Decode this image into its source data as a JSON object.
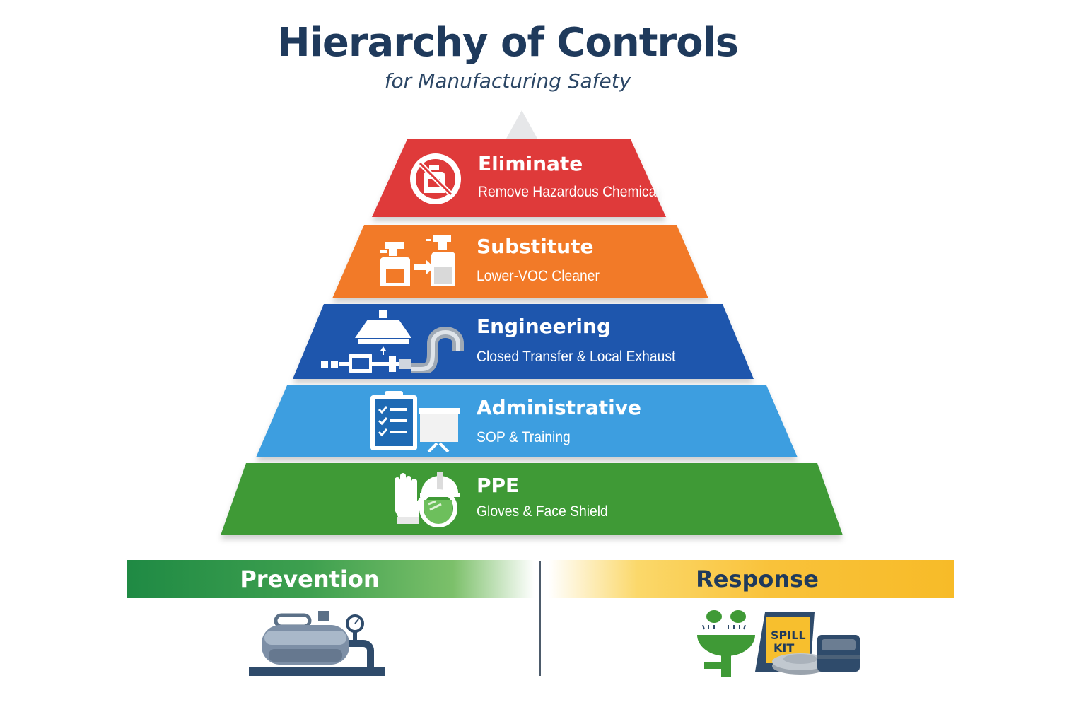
{
  "header": {
    "title": "Hierarchy of Controls",
    "subtitle": "for Manufacturing Safety"
  },
  "pyramid": {
    "tiers": [
      {
        "title": "Eliminate",
        "subtitle": "Remove Hazardous Chemical",
        "color": "#df3a3a",
        "icon": "no-chemical-icon"
      },
      {
        "title": "Substitute",
        "subtitle": "Lower-VOC Cleaner",
        "color": "#f27a28",
        "icon": "swap-spray-bottle-icon"
      },
      {
        "title": "Engineering",
        "subtitle": "Closed Transfer & Local Exhaust",
        "color": "#1e56ad",
        "icon": "exhaust-hood-icon"
      },
      {
        "title": "Administrative",
        "subtitle": "SOP & Training",
        "color": "#3d9ee0",
        "icon": "checklist-training-icon"
      },
      {
        "title": "PPE",
        "subtitle": "Gloves & Face Shield",
        "color": "#3f9a36",
        "icon": "glove-face-shield-icon"
      }
    ]
  },
  "bottom": {
    "prevention_label": "Prevention",
    "response_label": "Response",
    "spill_kit_text": "SPILL KIT",
    "prevention_icon": "closed-tank-icon",
    "response_icons": [
      "eyewash-station-icon",
      "spill-kit-icon",
      "absorbent-pads-icon"
    ],
    "prevention_color": "#2b9448",
    "response_color": "#f7bf2e"
  }
}
